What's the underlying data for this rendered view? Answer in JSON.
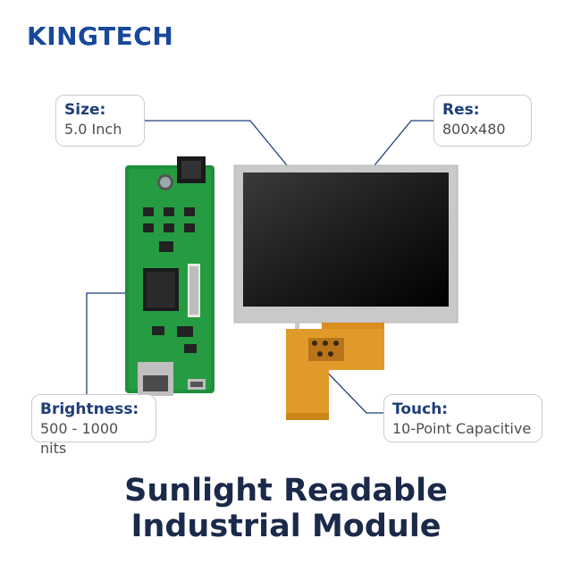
{
  "brand": {
    "logo_text": "KINGTECH",
    "color": "#17489b"
  },
  "callouts": {
    "size": {
      "title": "Size:",
      "value": "5.0 Inch"
    },
    "resolution": {
      "title": "Res:",
      "value": "800x480"
    },
    "brightness": {
      "title": "Brightness:",
      "value": "500 - 1000 nits"
    },
    "touch": {
      "title": "Touch:",
      "value": "10-Point Capacitive"
    }
  },
  "headline": {
    "line1": "Sunlight Readable",
    "line2": "Industrial Module"
  },
  "colors": {
    "callout_title": "#1f3e78",
    "headline": "#1b2a4a",
    "pcb_green": "#1f8f3a",
    "lcd_frame": "#c9c9c9",
    "fpc_orange": "#e09a2a"
  },
  "icons": [
    "pcb-board-image",
    "lcd-panel-image",
    "flex-cable-image"
  ]
}
